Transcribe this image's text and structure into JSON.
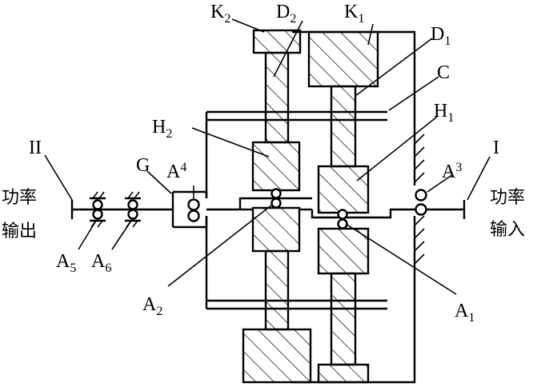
{
  "labels": {
    "K2": {
      "main": "K",
      "sub": "2"
    },
    "D2": {
      "main": "D",
      "sub": "2"
    },
    "K1": {
      "main": "K",
      "sub": "1"
    },
    "D1": {
      "main": "D",
      "sub": "1"
    },
    "C": {
      "main": "C"
    },
    "H2": {
      "main": "H",
      "sub": "2"
    },
    "H1": {
      "main": "H",
      "sub": "1"
    },
    "II": {
      "main": "II"
    },
    "I": {
      "main": "I"
    },
    "G": {
      "main": "G"
    },
    "A4": {
      "main": "A",
      "sub": "4"
    },
    "A3": {
      "main": "A",
      "sub": "3"
    },
    "A5": {
      "main": "A",
      "sub": "5"
    },
    "A6": {
      "main": "A",
      "sub": "6"
    },
    "A2": {
      "main": "A",
      "sub": "2"
    },
    "A1": {
      "main": "A",
      "sub": "1"
    }
  },
  "text": {
    "output_line1": "功率",
    "output_line2": "输出",
    "input_line1": "功率",
    "input_line2": "输入"
  }
}
